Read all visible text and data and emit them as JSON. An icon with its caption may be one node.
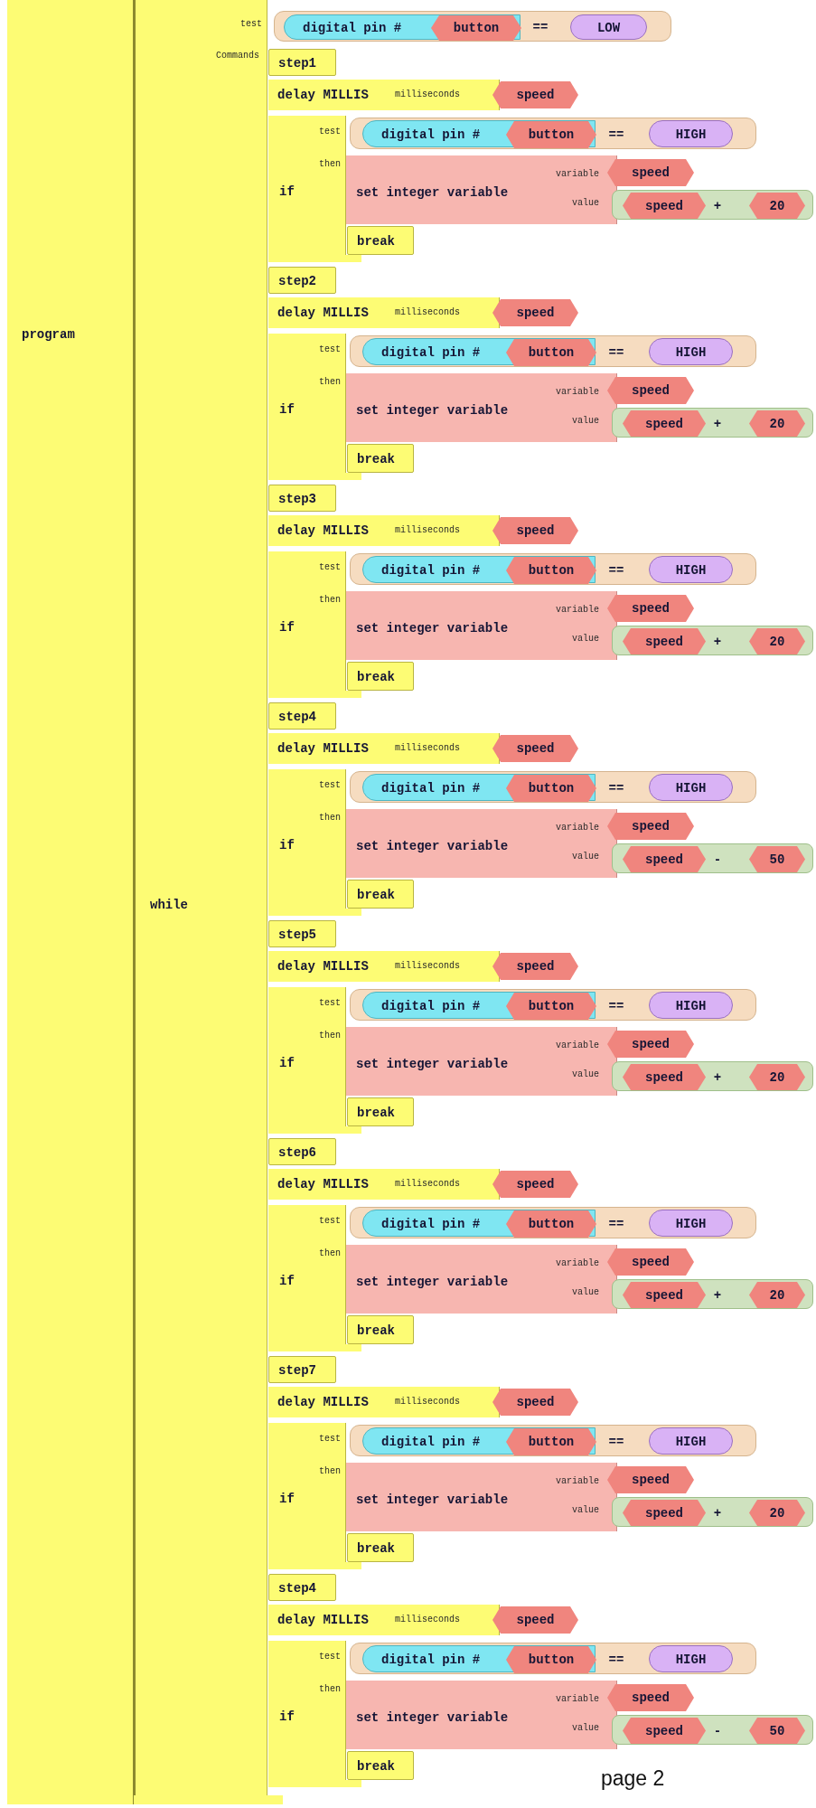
{
  "diagram": {
    "nodes": [
      {
        "text": [
          "program"
        ]
      },
      {
        "text": [
          "while",
          "test",
          "Commands"
        ],
        "in": 0
      },
      {
        "text": [
          "=="
        ],
        "in": 1
      },
      {
        "text": [
          "digital pin #"
        ],
        "in": 2
      },
      {
        "text": [
          "button"
        ],
        "in": 3
      },
      {
        "text": [
          "LOW"
        ],
        "in": 2
      },
      {
        "text": [
          "step1"
        ],
        "in": 1
      },
      {
        "text": [
          "delay MILLIS",
          "milliseconds"
        ],
        "in": 1
      },
      {
        "text": [
          "speed"
        ],
        "in": 7
      },
      {
        "text": [
          "if",
          "test",
          "then"
        ],
        "in": 1
      },
      {
        "text": [
          "=="
        ],
        "in": 9
      },
      {
        "text": [
          "digital pin #"
        ],
        "in": 10
      },
      {
        "text": [
          "button"
        ],
        "in": 11
      },
      {
        "text": [
          "HIGH"
        ],
        "in": 10
      },
      {
        "text": [
          "set integer variable",
          "variable",
          "value"
        ],
        "in": 9
      },
      {
        "text": [
          "speed"
        ],
        "in": 14
      },
      {
        "text": [
          "+"
        ],
        "in": 14
      },
      {
        "text": [
          "speed"
        ],
        "in": 16
      },
      {
        "text": [
          "20"
        ],
        "in": 16
      },
      {
        "text": [
          "break"
        ],
        "in": 9
      },
      {
        "text": [
          "step2"
        ],
        "in": 1
      },
      {
        "text": [
          "delay MILLIS",
          "milliseconds"
        ],
        "in": 1
      },
      {
        "text": [
          "speed"
        ],
        "in": 21
      },
      {
        "text": [
          "if",
          "test",
          "then"
        ],
        "in": 1
      },
      {
        "text": [
          "=="
        ],
        "in": 23
      },
      {
        "text": [
          "digital pin #"
        ],
        "in": 24
      },
      {
        "text": [
          "button"
        ],
        "in": 25
      },
      {
        "text": [
          "HIGH"
        ],
        "in": 24
      },
      {
        "text": [
          "set integer variable",
          "variable",
          "value"
        ],
        "in": 23
      },
      {
        "text": [
          "speed"
        ],
        "in": 28
      },
      {
        "text": [
          "+"
        ],
        "in": 28
      },
      {
        "text": [
          "speed"
        ],
        "in": 30
      },
      {
        "text": [
          "20"
        ],
        "in": 30
      },
      {
        "text": [
          "break"
        ],
        "in": 23
      },
      {
        "text": [
          "step3"
        ],
        "in": 1
      },
      {
        "text": [
          "delay MILLIS",
          "milliseconds"
        ],
        "in": 1
      },
      {
        "text": [
          "speed"
        ],
        "in": 35
      },
      {
        "text": [
          "if",
          "test",
          "then"
        ],
        "in": 1
      },
      {
        "text": [
          "=="
        ],
        "in": 37
      },
      {
        "text": [
          "digital pin #"
        ],
        "in": 38
      },
      {
        "text": [
          "button"
        ],
        "in": 39
      },
      {
        "text": [
          "HIGH"
        ],
        "in": 38
      },
      {
        "text": [
          "set integer variable",
          "variable",
          "value"
        ],
        "in": 37
      },
      {
        "text": [
          "speed"
        ],
        "in": 42
      },
      {
        "text": [
          "+"
        ],
        "in": 42
      },
      {
        "text": [
          "speed"
        ],
        "in": 44
      },
      {
        "text": [
          "20"
        ],
        "in": 44
      },
      {
        "text": [
          "break"
        ],
        "in": 37
      },
      {
        "text": [
          "step4"
        ],
        "in": 1
      },
      {
        "text": [
          "delay MILLIS",
          "milliseconds"
        ],
        "in": 1
      },
      {
        "text": [
          "speed"
        ],
        "in": 49
      },
      {
        "text": [
          "if",
          "test",
          "then"
        ],
        "in": 1
      },
      {
        "text": [
          "=="
        ],
        "in": 51
      },
      {
        "text": [
          "digital pin #"
        ],
        "in": 52
      },
      {
        "text": [
          "button"
        ],
        "in": 53
      },
      {
        "text": [
          "HIGH"
        ],
        "in": 52
      },
      {
        "text": [
          "set integer variable",
          "variable",
          "value"
        ],
        "in": 51
      },
      {
        "text": [
          "speed"
        ],
        "in": 56
      },
      {
        "text": [
          "-"
        ],
        "in": 56
      },
      {
        "text": [
          "speed"
        ],
        "in": 58
      },
      {
        "text": [
          "50"
        ],
        "in": 58
      },
      {
        "text": [
          "break"
        ],
        "in": 51
      },
      {
        "text": [
          "step5"
        ],
        "in": 1
      },
      {
        "text": [
          "delay MILLIS",
          "milliseconds"
        ],
        "in": 1
      },
      {
        "text": [
          "speed"
        ],
        "in": 63
      },
      {
        "text": [
          "if",
          "test",
          "then"
        ],
        "in": 1
      },
      {
        "text": [
          "=="
        ],
        "in": 65
      },
      {
        "text": [
          "digital pin #"
        ],
        "in": 66
      },
      {
        "text": [
          "button"
        ],
        "in": 67
      },
      {
        "text": [
          "HIGH"
        ],
        "in": 66
      },
      {
        "text": [
          "set integer variable",
          "variable",
          "value"
        ],
        "in": 65
      },
      {
        "text": [
          "speed"
        ],
        "in": 70
      },
      {
        "text": [
          "+"
        ],
        "in": 70
      },
      {
        "text": [
          "speed"
        ],
        "in": 72
      },
      {
        "text": [
          "20"
        ],
        "in": 72
      },
      {
        "text": [
          "break"
        ],
        "in": 65
      },
      {
        "text": [
          "step6"
        ],
        "in": 1
      },
      {
        "text": [
          "delay MILLIS",
          "milliseconds"
        ],
        "in": 1
      },
      {
        "text": [
          "speed"
        ],
        "in": 77
      },
      {
        "text": [
          "if",
          "test",
          "then"
        ],
        "in": 1
      },
      {
        "text": [
          "=="
        ],
        "in": 79
      },
      {
        "text": [
          "digital pin #"
        ],
        "in": 80
      },
      {
        "text": [
          "button"
        ],
        "in": 81
      },
      {
        "text": [
          "HIGH"
        ],
        "in": 80
      },
      {
        "text": [
          "set integer variable",
          "variable",
          "value"
        ],
        "in": 79
      },
      {
        "text": [
          "speed"
        ],
        "in": 84
      },
      {
        "text": [
          "+"
        ],
        "in": 84
      },
      {
        "text": [
          "speed"
        ],
        "in": 86
      },
      {
        "text": [
          "20"
        ],
        "in": 86
      },
      {
        "text": [
          "break"
        ],
        "in": 79
      },
      {
        "text": [
          "step7"
        ],
        "in": 1
      },
      {
        "text": [
          "delay MILLIS",
          "milliseconds"
        ],
        "in": 1
      },
      {
        "text": [
          "speed"
        ],
        "in": 91
      },
      {
        "text": [
          "if",
          "test",
          "then"
        ],
        "in": 1
      },
      {
        "text": [
          "=="
        ],
        "in": 93
      },
      {
        "text": [
          "digital pin #"
        ],
        "in": 94
      },
      {
        "text": [
          "button"
        ],
        "in": 95
      },
      {
        "text": [
          "HIGH"
        ],
        "in": 94
      },
      {
        "text": [
          "set integer variable",
          "variable",
          "value"
        ],
        "in": 93
      },
      {
        "text": [
          "speed"
        ],
        "in": 98
      },
      {
        "text": [
          "+"
        ],
        "in": 98
      },
      {
        "text": [
          "speed"
        ],
        "in": 100
      },
      {
        "text": [
          "20"
        ],
        "in": 100
      },
      {
        "text": [
          "break"
        ],
        "in": 93
      },
      {
        "text": [
          "step4"
        ],
        "in": 1
      },
      {
        "text": [
          "delay MILLIS",
          "milliseconds"
        ],
        "in": 1
      },
      {
        "text": [
          "speed"
        ],
        "in": 105
      },
      {
        "text": [
          "if",
          "test",
          "then"
        ],
        "in": 1
      },
      {
        "text": [
          "=="
        ],
        "in": 107
      },
      {
        "text": [
          "digital pin #"
        ],
        "in": 108
      },
      {
        "text": [
          "button"
        ],
        "in": 109
      },
      {
        "text": [
          "HIGH"
        ],
        "in": 108
      },
      {
        "text": [
          "set integer variable",
          "variable",
          "value"
        ],
        "in": 107
      },
      {
        "text": [
          "speed"
        ],
        "in": 112
      },
      {
        "text": [
          "-"
        ],
        "in": 112
      },
      {
        "text": [
          "speed"
        ],
        "in": 114
      },
      {
        "text": [
          "50"
        ],
        "in": 114
      },
      {
        "text": [
          "break"
        ],
        "in": 107
      }
    ],
    "labels": [
      "page 2"
    ]
  }
}
